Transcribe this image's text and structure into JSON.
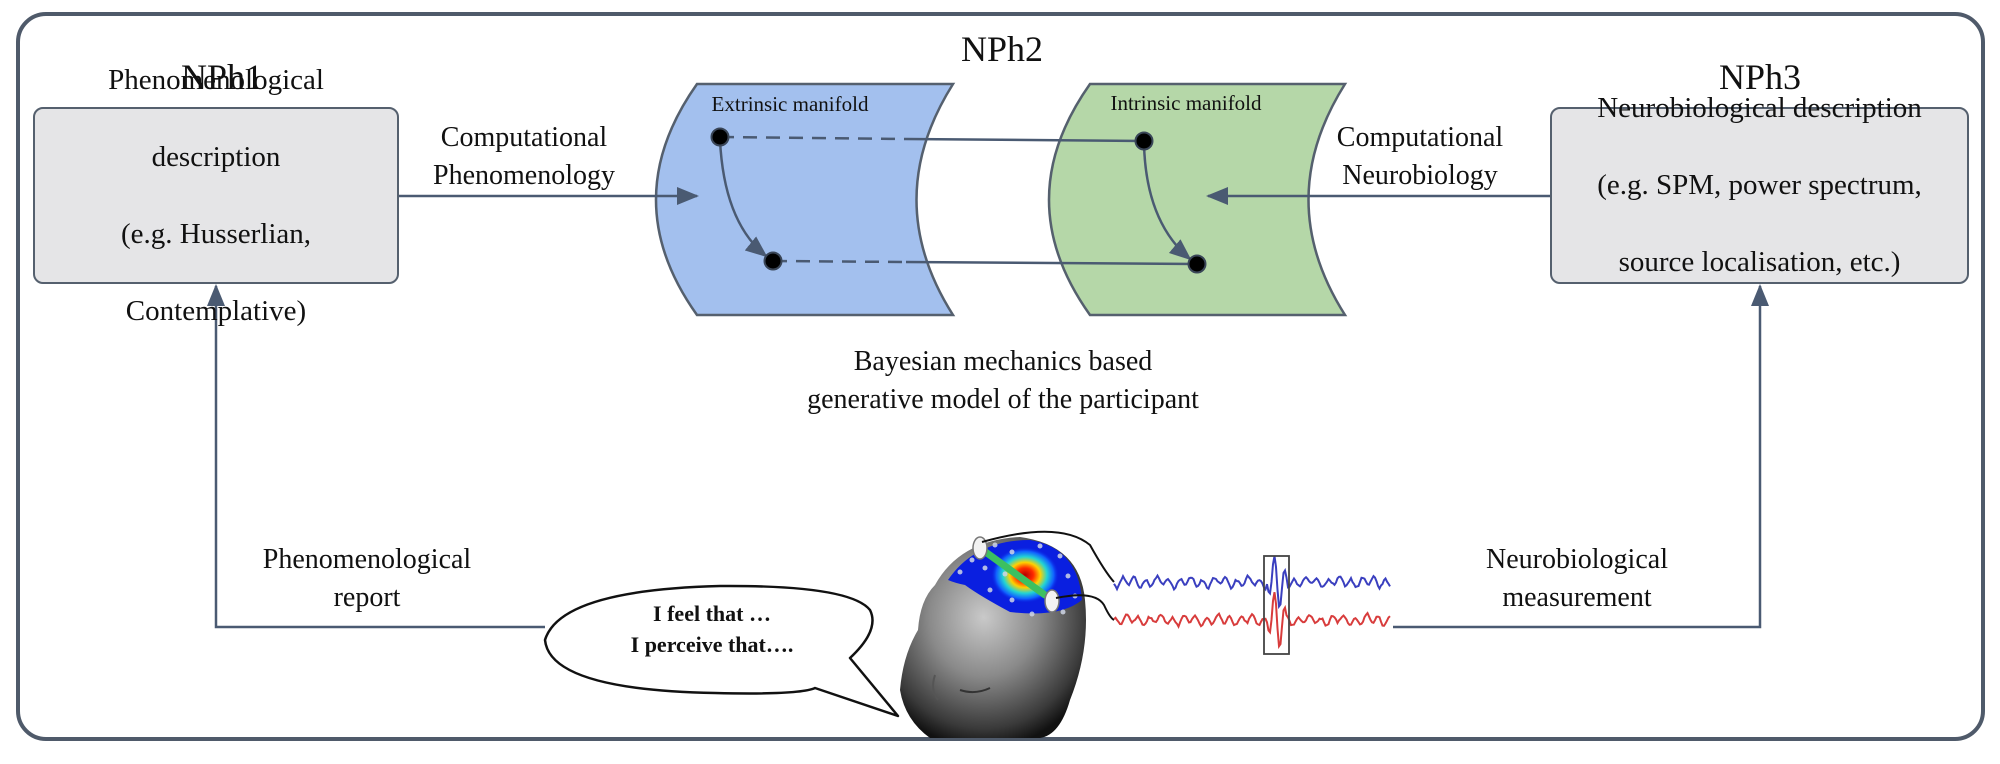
{
  "diagram": {
    "phases": {
      "nph1": "NPh1",
      "nph2": "NPh2",
      "nph3": "NPh3"
    },
    "boxes": {
      "phenomenological": {
        "lines": [
          "Phenomenological",
          "description",
          "(e.g. Husserlian,",
          "Contemplative)"
        ]
      },
      "neurobiological": {
        "lines": [
          "Neurobiological description",
          "(e.g. SPM, power spectrum,",
          "source localisation, etc.)"
        ]
      }
    },
    "manifolds": {
      "extrinsic": {
        "label": "Extrinsic manifold",
        "color": "#a3c0ee"
      },
      "intrinsic": {
        "label": "Intrinsic manifold",
        "color": "#b5d7a8"
      }
    },
    "edges": {
      "computational_phenomenology": [
        "Computational",
        "Phenomenology"
      ],
      "computational_neurobiology": [
        "Computational",
        "Neurobiology"
      ],
      "phenomenological_report": [
        "Phenomenological",
        "report"
      ],
      "neurobiological_measurement": [
        "Neurobiological",
        "measurement"
      ]
    },
    "model_caption": [
      "Bayesian mechanics based",
      "generative model of the participant"
    ],
    "speech_bubble": [
      "I feel that …",
      "I perceive that…."
    ],
    "colors": {
      "frame": "#4f5a6a",
      "arrow": "#4a5a72",
      "box_fill": "#e5e5e7",
      "eeg_blue": "#3a3fbf",
      "eeg_red": "#d83c3c"
    }
  }
}
